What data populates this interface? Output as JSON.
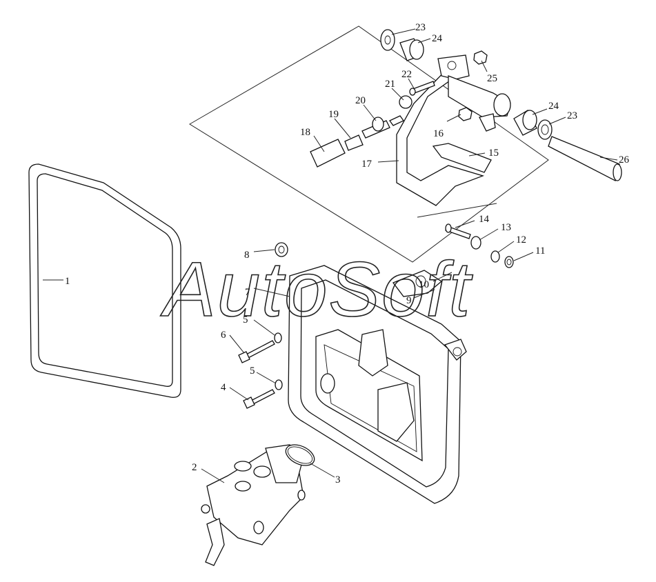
{
  "watermark": "AutoSoft",
  "callouts": [
    {
      "id": "c1",
      "text": "1"
    },
    {
      "id": "c2",
      "text": "2"
    },
    {
      "id": "c3",
      "text": "3"
    },
    {
      "id": "c4",
      "text": "4"
    },
    {
      "id": "c5a",
      "text": "5"
    },
    {
      "id": "c5b",
      "text": "5"
    },
    {
      "id": "c6",
      "text": "6"
    },
    {
      "id": "c7",
      "text": "7"
    },
    {
      "id": "c8",
      "text": "8"
    },
    {
      "id": "c9",
      "text": "9"
    },
    {
      "id": "c10",
      "text": "10"
    },
    {
      "id": "c11",
      "text": "11"
    },
    {
      "id": "c12",
      "text": "12"
    },
    {
      "id": "c13",
      "text": "13"
    },
    {
      "id": "c14",
      "text": "14"
    },
    {
      "id": "c15",
      "text": "15"
    },
    {
      "id": "c16",
      "text": "16"
    },
    {
      "id": "c17",
      "text": "17"
    },
    {
      "id": "c18",
      "text": "18"
    },
    {
      "id": "c19",
      "text": "19"
    },
    {
      "id": "c20",
      "text": "20"
    },
    {
      "id": "c21",
      "text": "21"
    },
    {
      "id": "c22",
      "text": "22"
    },
    {
      "id": "c23a",
      "text": "23"
    },
    {
      "id": "c23b",
      "text": "23"
    },
    {
      "id": "c24a",
      "text": "24"
    },
    {
      "id": "c24b",
      "text": "24"
    },
    {
      "id": "c25",
      "text": "25"
    },
    {
      "id": "c26",
      "text": "26"
    }
  ]
}
